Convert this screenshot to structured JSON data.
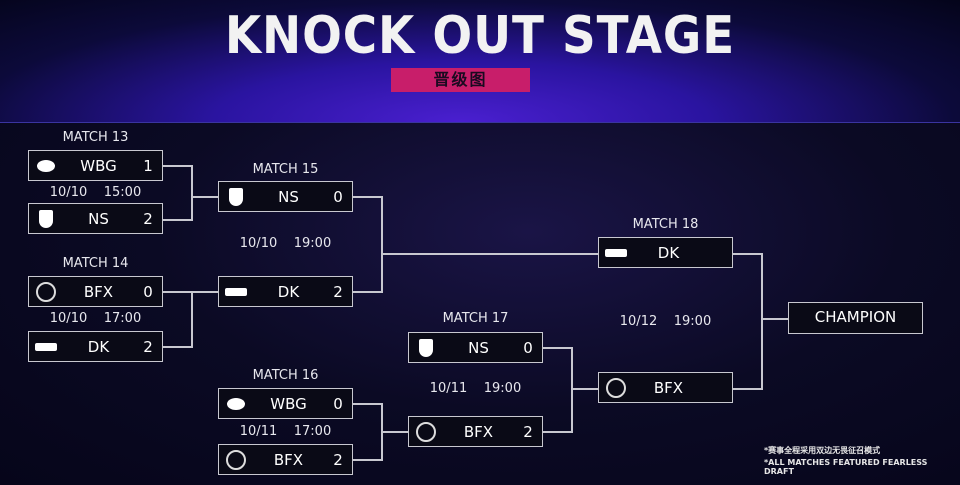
{
  "header": {
    "title": "KNOCK OUT STAGE",
    "subtitle": "晋级图"
  },
  "matches": [
    {
      "label": "MATCH 13",
      "date": "10/10    15:00",
      "teams": [
        {
          "name": "WBG",
          "score": "1",
          "logo": "wbg-logo"
        },
        {
          "name": "NS",
          "score": "2",
          "logo": "ns-logo"
        }
      ]
    },
    {
      "label": "MATCH 14",
      "date": "10/10    17:00",
      "teams": [
        {
          "name": "BFX",
          "score": "0",
          "logo": "bfx-logo"
        },
        {
          "name": "DK",
          "score": "2",
          "logo": "dk-logo"
        }
      ]
    },
    {
      "label": "MATCH 15",
      "date": "10/10    19:00",
      "teams": [
        {
          "name": "NS",
          "score": "0",
          "logo": "ns-logo"
        },
        {
          "name": "DK",
          "score": "2",
          "logo": "dk-logo"
        }
      ]
    },
    {
      "label": "MATCH 16",
      "date": "10/11    17:00",
      "teams": [
        {
          "name": "WBG",
          "score": "0",
          "logo": "wbg-logo"
        },
        {
          "name": "BFX",
          "score": "2",
          "logo": "bfx-logo"
        }
      ]
    },
    {
      "label": "MATCH 17",
      "date": "10/11    19:00",
      "teams": [
        {
          "name": "NS",
          "score": "0",
          "logo": "ns-logo"
        },
        {
          "name": "BFX",
          "score": "2",
          "logo": "bfx-logo"
        }
      ]
    },
    {
      "label": "MATCH 18",
      "date": "10/12    19:00",
      "teams": [
        {
          "name": "DK",
          "score": "",
          "logo": "dk-logo"
        },
        {
          "name": "BFX",
          "score": "",
          "logo": "bfx-logo"
        }
      ]
    }
  ],
  "champion": "CHAMPION",
  "notes": {
    "cn": "*赛事全程采用双边无畏征召模式",
    "en": "*ALL MATCHES FEATURED FEARLESS DRAFT"
  },
  "colors": {
    "accent": "#c81e6a",
    "line": "#c8c8d0"
  }
}
